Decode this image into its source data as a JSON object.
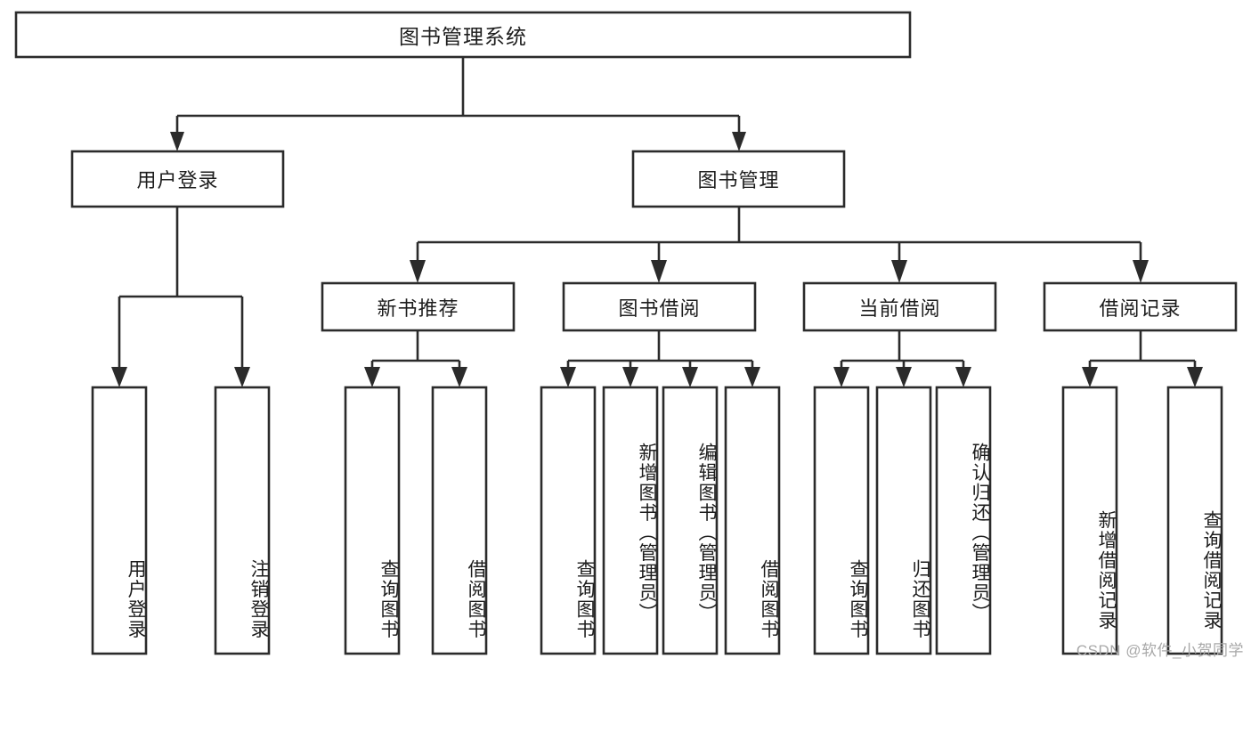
{
  "diagram": {
    "title": "图书管理系统",
    "type": "hierarchy-tree",
    "watermark": "CSDN @软件_小贺同学",
    "colors": {
      "stroke": "#2b2b2b",
      "fill": "#ffffff",
      "text": "#1d1d1d",
      "watermark": "#a8a8a8"
    },
    "nodes": {
      "root": {
        "label": "图书管理系统"
      },
      "level2": [
        {
          "id": "user-login",
          "label": "用户登录"
        },
        {
          "id": "book-management",
          "label": "图书管理"
        }
      ],
      "level3": [
        {
          "id": "new-book-recommend",
          "label": "新书推荐"
        },
        {
          "id": "book-borrow",
          "label": "图书借阅"
        },
        {
          "id": "current-borrow",
          "label": "当前借阅"
        },
        {
          "id": "borrow-record",
          "label": "借阅记录"
        }
      ],
      "leaves": {
        "user_login": [
          {
            "id": "leaf-user-login",
            "label": "用户登录"
          },
          {
            "id": "leaf-logout-login",
            "label": "注销登录"
          }
        ],
        "new_book_recommend": [
          {
            "id": "leaf-query-book-1",
            "label": "查询图书"
          },
          {
            "id": "leaf-borrow-book-1",
            "label": "借阅图书"
          }
        ],
        "book_borrow": [
          {
            "id": "leaf-query-book-2",
            "label": "查询图书"
          },
          {
            "id": "leaf-add-book",
            "label": "新增图书（管理员）"
          },
          {
            "id": "leaf-edit-book",
            "label": "编辑图书（管理员）"
          },
          {
            "id": "leaf-borrow-book-2",
            "label": "借阅图书"
          }
        ],
        "current_borrow": [
          {
            "id": "leaf-query-book-3",
            "label": "查询图书"
          },
          {
            "id": "leaf-return-book",
            "label": "归还图书"
          },
          {
            "id": "leaf-confirm-return",
            "label": "确认归还（管理员）"
          }
        ],
        "borrow_record": [
          {
            "id": "leaf-add-borrow-record",
            "label": "新增借阅记录"
          },
          {
            "id": "leaf-query-borrow-record",
            "label": "查询借阅记录"
          }
        ]
      }
    }
  }
}
